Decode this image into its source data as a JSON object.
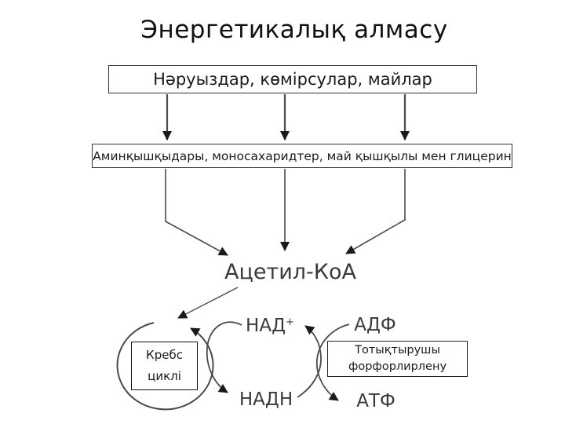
{
  "title": "Энергетикалық алмасу",
  "boxes": {
    "sources": "Нәруыздар, көмірсулар, майлар",
    "monomers": "Аминқышқыдары, моносахаридтер, май қышқылы мен глицерин",
    "krebs": {
      "line1": "Кребс",
      "line2": "циклі"
    },
    "oxidative": {
      "line1": "Тотықтырушы",
      "line2": "форфорлирлену"
    }
  },
  "labels": {
    "acetyl_coa": "Ацетил-КоА",
    "nad_base": "НАД",
    "nad_sup": "+",
    "nadh": "НАДН",
    "adp": "АДФ",
    "atp": "АТФ"
  },
  "colors": {
    "background": "#ffffff",
    "ink": "#1a1a1a",
    "label_gray": "#3a3a3a",
    "arrow": "#4a4a4a"
  }
}
